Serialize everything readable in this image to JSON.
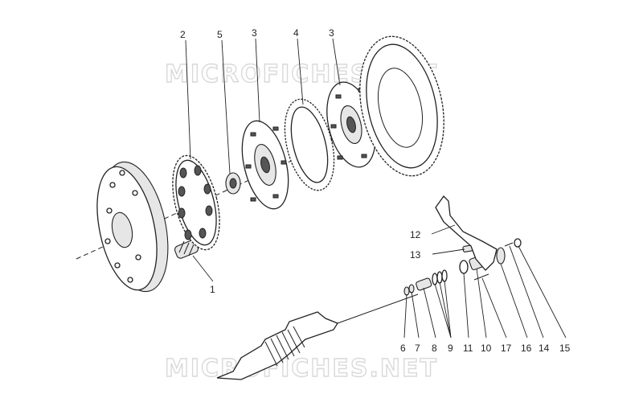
{
  "watermark": {
    "text": "MICROFICHES.NET"
  },
  "callouts": {
    "c1": "1",
    "c2": "2",
    "c3a": "3",
    "c3b": "3",
    "c4": "4",
    "c5": "5",
    "c6": "6",
    "c7": "7",
    "c8": "8",
    "c9": "9",
    "c10": "10",
    "c11": "11",
    "c12": "12",
    "c13": "13",
    "c14": "14",
    "c15": "15",
    "c16": "16",
    "c17": "17"
  }
}
